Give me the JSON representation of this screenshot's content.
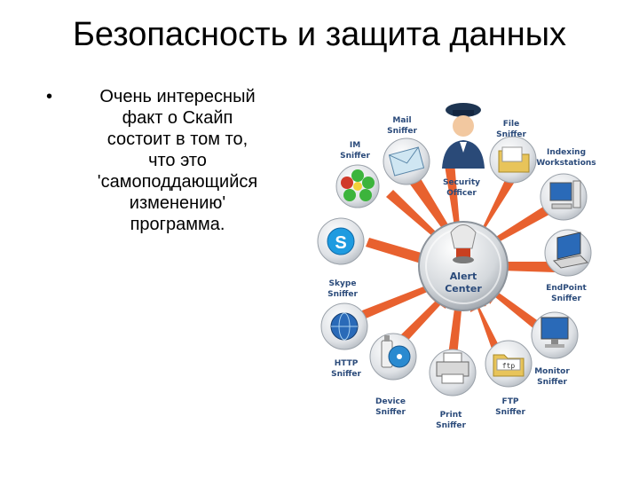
{
  "slide": {
    "title": "Безопасность и защита данных",
    "bullet_marker": "•",
    "bullet_text": "Очень интересный\nфакт о Скайп\nсостоит в том то,\nчто это\n'самоподдающийся\nизменению'\nпрограмма."
  },
  "diagram": {
    "center": {
      "line1": "Alert",
      "line2": "Center"
    },
    "nodes": [
      {
        "id": "mail",
        "line1": "Mail",
        "line2": "Sniffer",
        "icon": "envelope-icon"
      },
      {
        "id": "security",
        "line1": "Security",
        "line2": "Officer",
        "icon": "officer-icon"
      },
      {
        "id": "file",
        "line1": "File",
        "line2": "Sniffer",
        "icon": "folder-icon"
      },
      {
        "id": "indexing",
        "line1": "Indexing",
        "line2": "Workstations",
        "icon": "desktop-computer-icon"
      },
      {
        "id": "endpoint",
        "line1": "EndPoint",
        "line2": "Sniffer",
        "icon": "laptop-icon"
      },
      {
        "id": "monitor",
        "line1": "Monitor",
        "line2": "Sniffer",
        "icon": "monitor-icon"
      },
      {
        "id": "ftp",
        "line1": "FTP",
        "line2": "Sniffer",
        "icon": "ftp-folder-icon"
      },
      {
        "id": "print",
        "line1": "Print",
        "line2": "Sniffer",
        "icon": "printer-icon"
      },
      {
        "id": "device",
        "line1": "Device",
        "line2": "Sniffer",
        "icon": "usb-device-icon"
      },
      {
        "id": "http",
        "line1": "HTTP",
        "line2": "Sniffer",
        "icon": "globe-icon"
      },
      {
        "id": "skype",
        "line1": "Skype",
        "line2": "Sniffer",
        "icon": "skype-icon"
      },
      {
        "id": "im",
        "line1": "IM",
        "line2": "Sniffer",
        "icon": "flower-icon"
      }
    ],
    "ftp_badge": "ftp",
    "colors": {
      "arrow": "#e8502a",
      "label": "#2a4a7a",
      "disc": "#d8dce0",
      "skype_blue": "#1e9be0",
      "icq_green": "#3cb43c"
    }
  }
}
